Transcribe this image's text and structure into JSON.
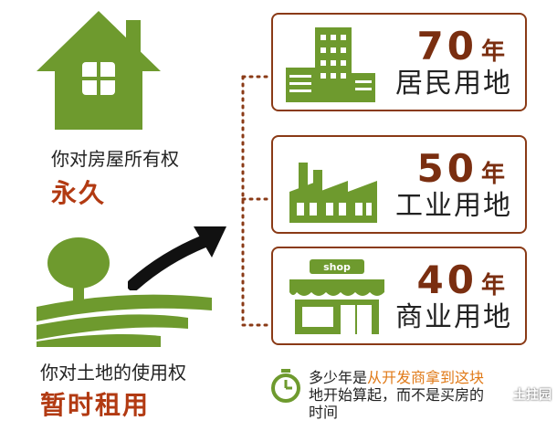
{
  "house": {
    "caption": "你对房屋所有权",
    "duration": "永久"
  },
  "land": {
    "caption": "你对土地的使用权",
    "duration": "暂时租用"
  },
  "cards": [
    {
      "years": "70",
      "unit": "年",
      "use": "居民用地",
      "icon": "buildings-icon"
    },
    {
      "years": "50",
      "unit": "年",
      "use": "工业用地",
      "icon": "factory-icon"
    },
    {
      "years": "40",
      "unit": "年",
      "use": "商业用地",
      "icon": "shop-icon",
      "sign": "shop"
    }
  ],
  "note": {
    "lead": "多少年是",
    "highlight": "从开发商拿到这块",
    "line2": "地开始算起，而不是买房的",
    "line3": "时间"
  },
  "watermark": "土拄园",
  "colors": {
    "green": "#6e9a2e",
    "brown": "#7a2e10",
    "red": "#b23a12",
    "orange": "#e07a18"
  }
}
